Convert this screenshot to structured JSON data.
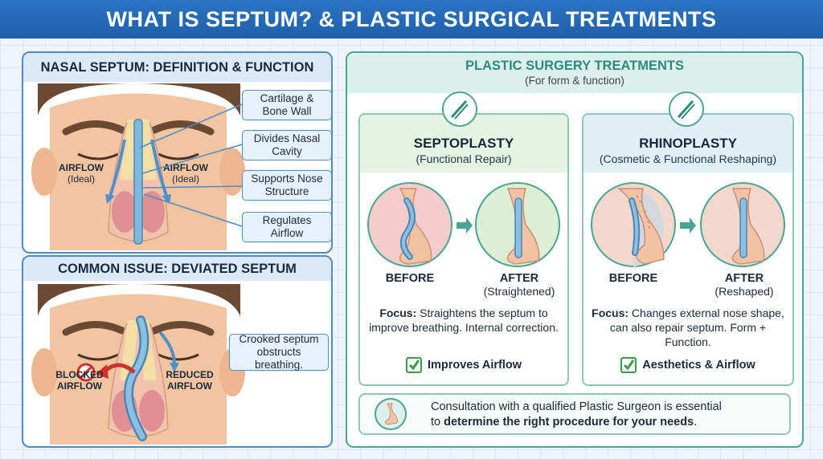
{
  "header": {
    "title": "WHAT IS SEPTUM? & PLASTIC SURGICAL TREATMENTS"
  },
  "septum_section": {
    "title": "NASAL SEPTUM: DEFINITION & FUNCTION",
    "airflow_left": {
      "label": "AIRFLOW",
      "sub": "(Ideal)"
    },
    "airflow_right": {
      "label": "AIRFLOW",
      "sub": "(Ideal)"
    },
    "callouts": [
      "Cartilage & Bone Wall",
      "Divides Nasal Cavity",
      "Supports Nose Structure",
      "Regulates Airflow"
    ]
  },
  "deviated_section": {
    "title": "COMMON ISSUE: DEVIATED SEPTUM",
    "blocked": "BLOCKED AIRFLOW",
    "reduced": "REDUCED AIRFLOW",
    "callout": "Crooked septum obstructs breathing."
  },
  "treatments": {
    "title": "PLASTIC SURGERY TREATMENTS",
    "subtitle": "(For form & function)",
    "cards": [
      {
        "title": "SEPTOPLASTY",
        "subtitle": "(Functional Repair)",
        "before": "BEFORE",
        "after": "AFTER",
        "after_sub": "(Straightened)",
        "focus_label": "Focus:",
        "focus_text": "Straightens the septum to improve breathing. Internal correction.",
        "benefit": "Improves Airflow"
      },
      {
        "title": "RHINOPLASTY",
        "subtitle": "(Cosmetic & Functional Reshaping)",
        "before": "BEFORE",
        "after": "AFTER",
        "after_sub": "(Reshaped)",
        "focus_label": "Focus:",
        "focus_text": "Changes external nose shape, can also repair septum. Form + Function.",
        "benefit": "Aesthetics & Airflow"
      }
    ],
    "consult_text": "Consultation with a qualified Plastic Surgeon is essential",
    "consult_bold_prefix": "to",
    "consult_bold": "determine the right procedure for your needs",
    "consult_suffix": "."
  },
  "colors": {
    "banner": "#2a74c4",
    "panel_border": "#4d8bc9",
    "teal_border": "#4aa592",
    "check_green": "#3a9a4a",
    "block_red": "#d2312b"
  },
  "icons": [
    "check-icon",
    "scalpel-icon",
    "nose-icon",
    "no-entry-icon",
    "arrow-right-icon"
  ]
}
